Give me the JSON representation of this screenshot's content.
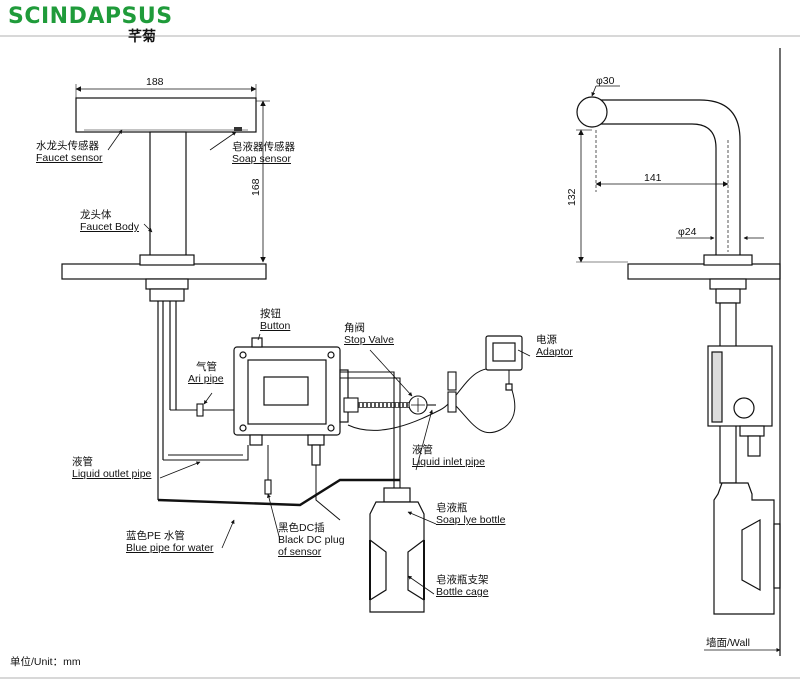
{
  "brand": {
    "name": "SCINDAPSUS",
    "chinese": "芊菊"
  },
  "dimensions": {
    "width": "188",
    "height": "168",
    "pipe_dia": "φ30",
    "reach": "141",
    "rise": "132",
    "base_dia": "φ24"
  },
  "labels": {
    "faucet_sensor_cn": "水龙头传感器",
    "faucet_sensor_en": "Faucet sensor",
    "soap_sensor_cn": "皂液器传感器",
    "soap_sensor_en": "Soap sensor",
    "faucet_body_cn": "龙头体",
    "faucet_body_en": "Faucet Body",
    "button_cn": "按钮",
    "button_en": "Button",
    "air_pipe_cn": "气管",
    "air_pipe_en": "Ari pipe",
    "stop_valve_cn": "角阀",
    "stop_valve_en": "Stop Valve",
    "adaptor_cn": "电源",
    "adaptor_en": "Adaptor",
    "liquid_outlet_cn": "液管",
    "liquid_outlet_en": "Liquid outlet pipe",
    "liquid_inlet_cn": "液管",
    "liquid_inlet_en": "Liquid inlet pipe",
    "soap_bottle_cn": "皂液瓶",
    "soap_bottle_en": "Soap lye bottle",
    "blue_pipe_cn": "蓝色PE 水管",
    "blue_pipe_en": "Blue pipe for water",
    "dc_plug_cn": "黑色DC插",
    "dc_plug_en1": "Black DC plug",
    "dc_plug_en2": "of sensor",
    "bottle_cage_cn": "皂液瓶支架",
    "bottle_cage_en": "Bottle cage",
    "wall": "墙面/Wall",
    "unit": "单位/Unit：mm"
  }
}
